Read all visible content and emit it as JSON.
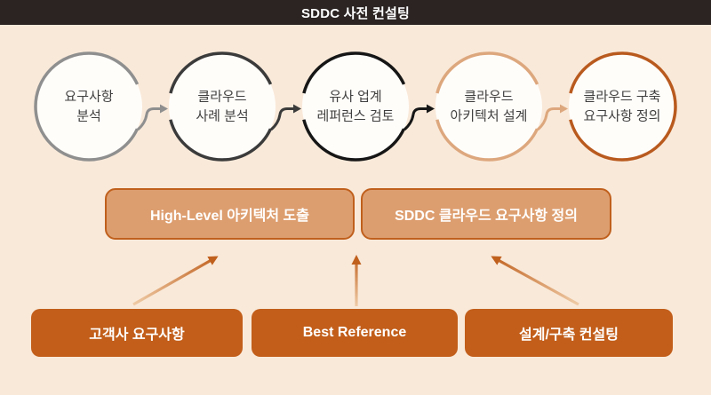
{
  "header": {
    "title": "SDDC 사전 컨설팅"
  },
  "steps": [
    {
      "label": "요구사항\n분석",
      "ring_color": "#8f8f8f"
    },
    {
      "label": "클라우드\n사례 분석",
      "ring_color": "#3b3b3b"
    },
    {
      "label": "유사 업계\n레퍼런스 검토",
      "ring_color": "#161616"
    },
    {
      "label": "클라우드\n아키텍처 설계",
      "ring_color": "#dda77d"
    },
    {
      "label": "클라우드 구축\n요구사항 정의",
      "ring_color": "#b95a1e"
    }
  ],
  "outputs": [
    {
      "label": "High-Level 아키텍처 도출"
    },
    {
      "label": "SDDC 클라우드 요구사항 정의"
    }
  ],
  "inputs": [
    {
      "label": "고객사 요구사항"
    },
    {
      "label": "Best Reference"
    },
    {
      "label": "설계/구축 컨설팅"
    }
  ],
  "colors": {
    "background": "#f9e9d9",
    "header_bg": "#2b2423",
    "header_text": "#ffffff",
    "circle_fill": "#fffdfa",
    "circle_text": "#3f3f3f",
    "output_box_fill": "#dd9e6f",
    "output_box_border": "#c0601d",
    "input_box_fill": "#c25e1a",
    "box_text": "#ffffff",
    "arrow_light": "#efcba6",
    "arrow_dark": "#c0601d"
  }
}
